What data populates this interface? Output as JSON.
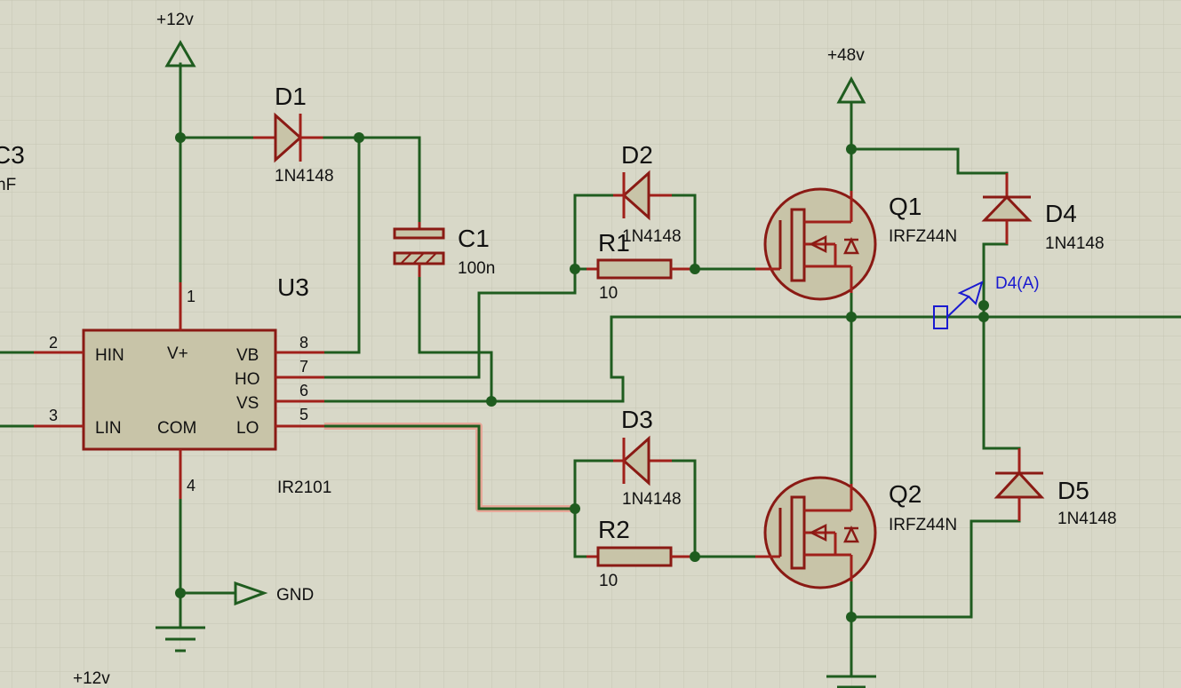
{
  "power": {
    "vcc_top": "+12v",
    "vcc_bottom": "+12v",
    "hv": "+48v",
    "gnd": "GND"
  },
  "partial_left": {
    "ref": "C3",
    "value": "nF"
  },
  "u3": {
    "ref": "U3",
    "part": "IR2101",
    "pins": {
      "hin": "HIN",
      "lin": "LIN",
      "vplus": "V+",
      "com": "COM",
      "vb": "VB",
      "ho": "HO",
      "vs": "VS",
      "lo": "LO"
    },
    "pin_numbers": {
      "p1": "1",
      "p2": "2",
      "p3": "3",
      "p4": "4",
      "p5": "5",
      "p6": "6",
      "p7": "7",
      "p8": "8"
    }
  },
  "d1": {
    "ref": "D1",
    "value": "1N4148"
  },
  "c1": {
    "ref": "C1",
    "value": "100n"
  },
  "d2": {
    "ref": "D2",
    "value": "1N4148"
  },
  "r1": {
    "ref": "R1",
    "value": "10"
  },
  "d3": {
    "ref": "D3",
    "value": "1N4148"
  },
  "r2": {
    "ref": "R2",
    "value": "10"
  },
  "q1": {
    "ref": "Q1",
    "value": "IRFZ44N"
  },
  "q2": {
    "ref": "Q2",
    "value": "IRFZ44N"
  },
  "d4": {
    "ref": "D4",
    "value": "1N4148"
  },
  "d5": {
    "ref": "D5",
    "value": "1N4148"
  },
  "probe": {
    "label": "D4(A)"
  },
  "colors": {
    "background": "#d8d8c8",
    "grid": "#c6c6b4",
    "wire": "#1f5c1f",
    "component": "#8a1a14",
    "component_fill": "#c8c4a8",
    "probe": "#1a1ad0",
    "highlight": "#e8a89a"
  }
}
